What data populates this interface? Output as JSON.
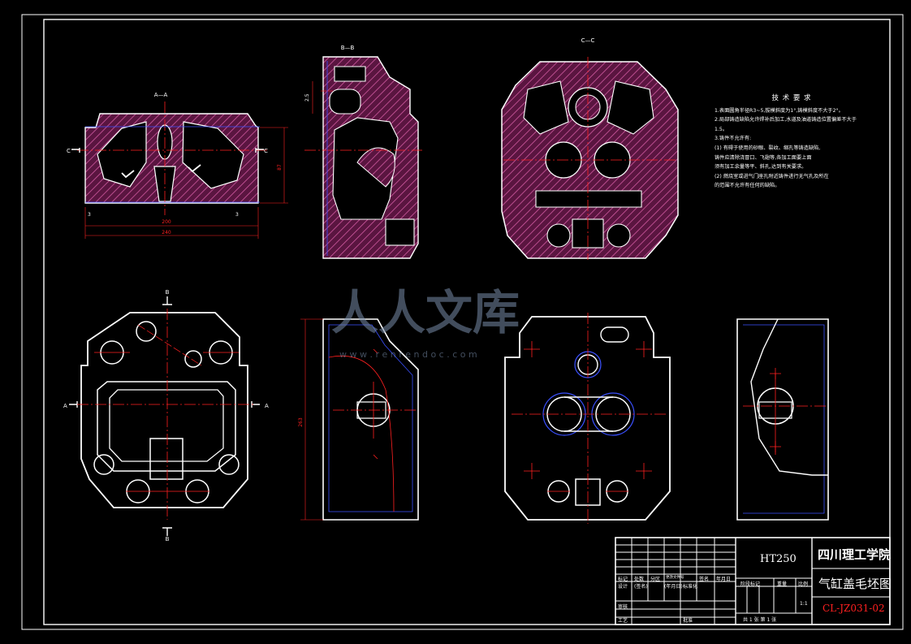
{
  "material": "HT250",
  "school": "四川理工学院",
  "drawing_title": "气缸盖毛坯图",
  "drawing_number": "CL-JZ031-02",
  "scale": "1:1",
  "sheets_text": "共 1 张  第 1 张",
  "tech_requirements": {
    "title": "技 术 要 求",
    "lines": [
      "1.表面圆角半径R3~5,拔模斜度为1°,铸模斜度不大于2°。",
      "2.局部铸造缺陷允许焊补后加工,水道及油道铸造位置偏差不大于",
      "  1.5。",
      "3.铸件不允许有:",
      "  (1) 有碍于使用的砂眼、裂纹、缩孔等铸造缺陷,",
      "      铸件应清除浇冒口、飞翅等,各加工面要上面",
      "      须有加工余量等平、斜孔,达到有关要求。",
      "  (2) 燃烧室或进气门座孔附近铸件进行无气孔及所在",
      "      的范围不允许有任何的缺陷。"
    ]
  },
  "view_labels": {
    "section_aa": "A—A",
    "section_bb": "B—B",
    "section_cc": "C—C",
    "label_a": "A",
    "label_b": "B",
    "label_c": "C"
  },
  "dimensions": {
    "width_main": "200",
    "width_total": "240",
    "height_left": "87",
    "height_side": "263",
    "small_3": "3",
    "small_25": "2.5"
  },
  "title_block": {
    "row_labels_1": [
      "标记",
      "处数",
      "分区",
      "更改文件号",
      "签名",
      "年月日"
    ],
    "row_labels_2": [
      "设计",
      "(签名)",
      "(年月日)",
      "标准化"
    ],
    "row_labels_3": [
      "审核",
      "工艺",
      "批准"
    ],
    "stage_labels": [
      "阶段标记",
      "重量",
      "比例"
    ]
  },
  "watermark": {
    "text": "人人文库",
    "url": "w w w . r e n r e n d o c . c o m"
  },
  "colors": {
    "outline": "#ffffff",
    "section_fill": "#c84090",
    "hatch": "#d05aa0",
    "center_line": "#ff2020",
    "blue_line": "#3a50ff"
  }
}
